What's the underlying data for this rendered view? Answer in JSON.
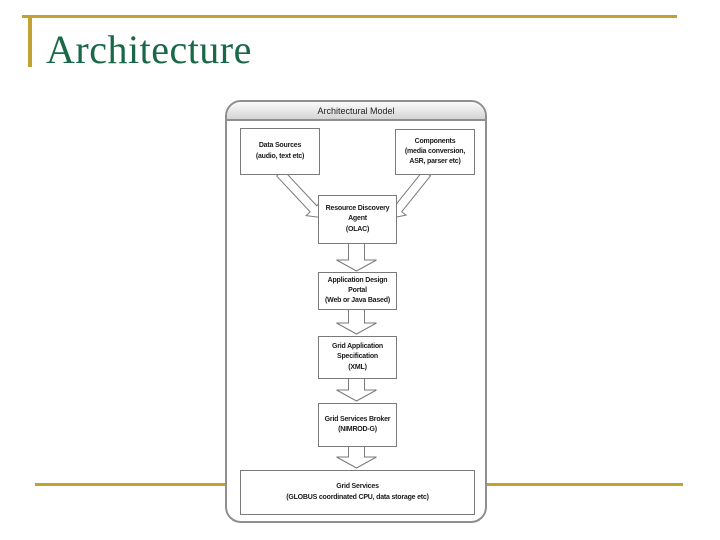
{
  "slide": {
    "title": "Architecture"
  },
  "diagram": {
    "title": "Architectural Model",
    "nodes": {
      "data_sources": {
        "lines": [
          "Data Sources",
          "(audio, text etc)"
        ]
      },
      "components": {
        "lines": [
          "Components",
          "(media conversion,",
          "ASR, parser etc)"
        ]
      },
      "resource_discovery": {
        "lines": [
          "Resource Discovery",
          "Agent",
          "(OLAC)"
        ]
      },
      "app_design_portal": {
        "lines": [
          "Application Design",
          "Portal",
          "(Web or Java Based)"
        ]
      },
      "grid_app_spec": {
        "lines": [
          "Grid Application",
          "Specification",
          "(XML)"
        ]
      },
      "grid_services_broker": {
        "lines": [
          "Grid Services Broker",
          "(NIMROD-G)"
        ]
      },
      "grid_services": {
        "lines": [
          "Grid Services",
          "(GLOBUS coordinated CPU, data storage etc)"
        ]
      }
    },
    "colors": {
      "accent_gold": "#C2A233",
      "title_green": "#196949",
      "panel_border": "#8F8F8F",
      "node_border": "#7A7A7A",
      "text": "#1A1A1A"
    }
  }
}
